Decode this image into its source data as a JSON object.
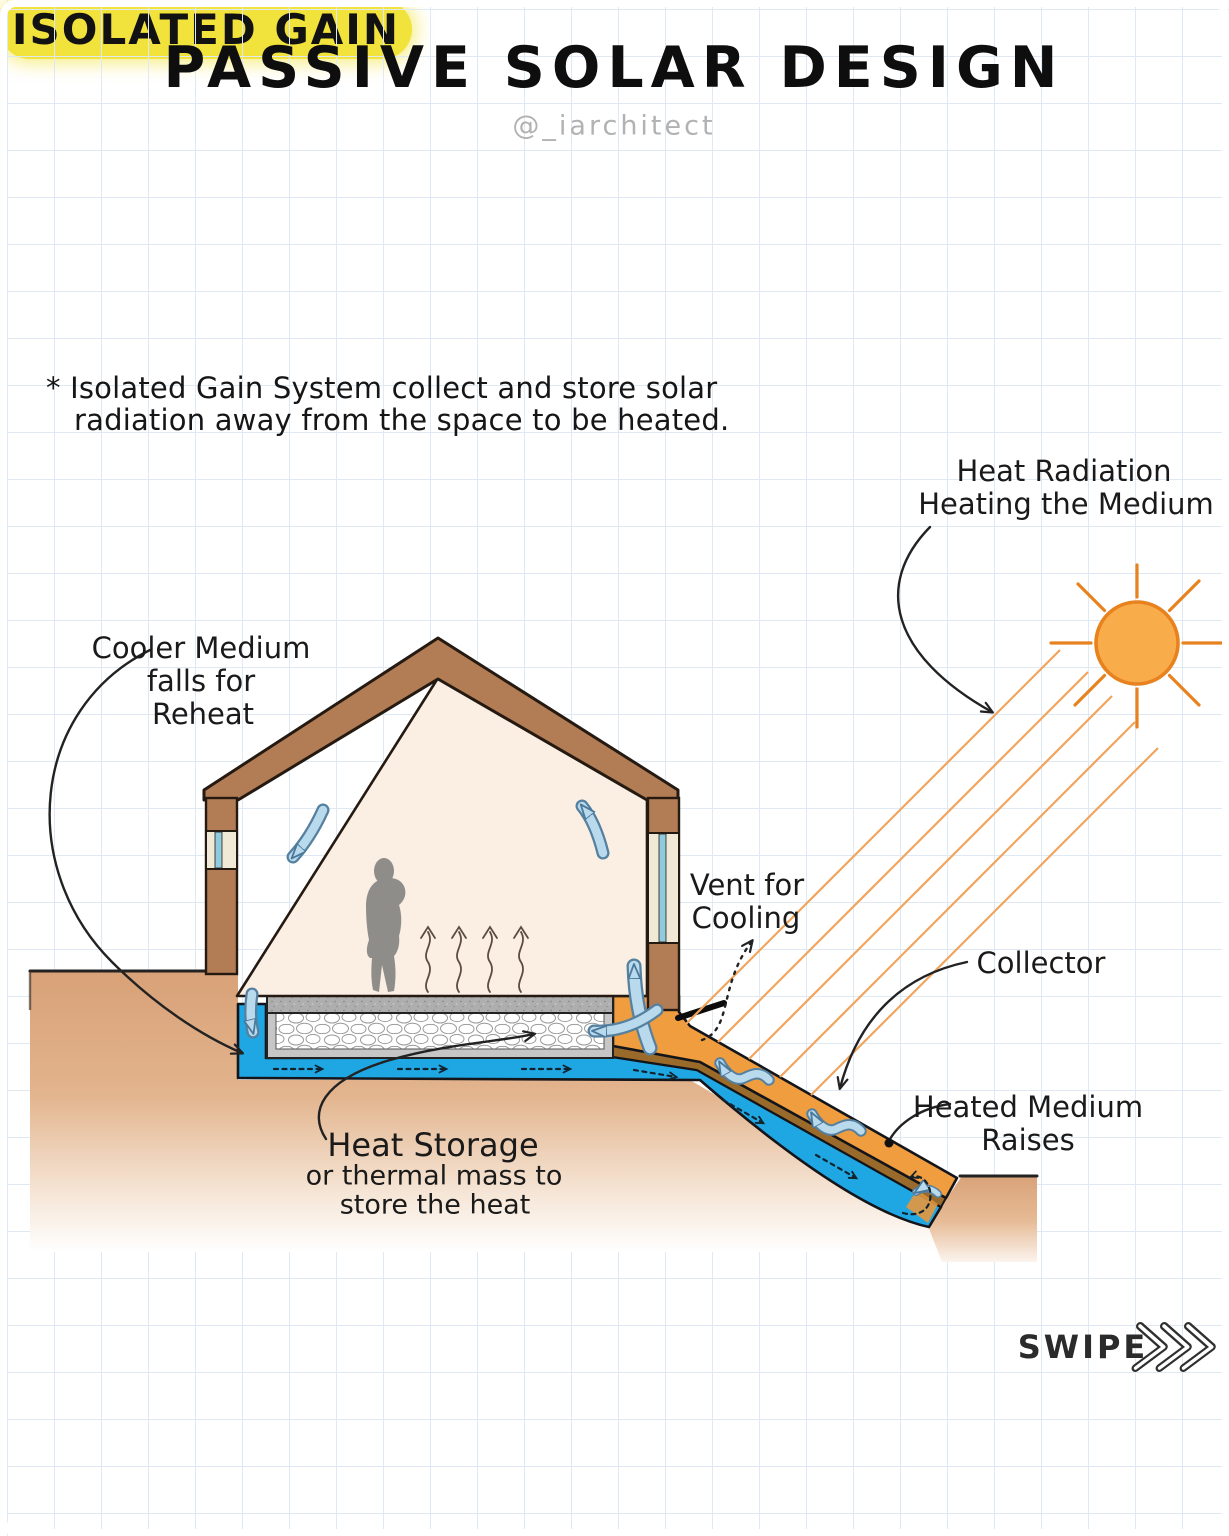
{
  "header": {
    "title": "PASSIVE SOLAR DESIGN",
    "handle": "@_iarchitect"
  },
  "section": {
    "heading": "ISOLATED GAIN",
    "note_line1": "* Isolated Gain System collect and store solar",
    "note_line2": "radiation away from the space to be heated."
  },
  "diagram_labels": {
    "heat_radiation_line1": "Heat Radiation",
    "heat_radiation_line2": "Heating the Medium",
    "cooler_medium_line1": "Cooler Medium",
    "cooler_medium_line2": "falls for",
    "cooler_medium_line3": "Reheat",
    "vent_line1": "Vent for",
    "vent_line2": "Cooling",
    "collector": "Collector",
    "heated_medium_line1": "Heated Medium",
    "heated_medium_line2": "Raises",
    "heat_storage_line1": "Heat Storage",
    "heat_storage_line2": "or thermal mass to",
    "heat_storage_line3": "store the heat"
  },
  "footer": {
    "swipe": "SWIPE"
  },
  "colors": {
    "highlight_yellow": "#F2E33C",
    "wall_brown": "#B27C54",
    "interior_cream": "#FBEEE2",
    "channel_blue": "#1FA7E4",
    "collector_orange": "#EF9D3F",
    "absorber_brown": "#9A6A2A",
    "sun_fill": "#F9AD4A",
    "sun_stroke": "#E8821E",
    "arrow_light_blue": "#B9D9EC",
    "terrain_tan": "#D8A076",
    "grid_blue": "#DFE9F4",
    "handle_gray": "#B2B2B2"
  }
}
